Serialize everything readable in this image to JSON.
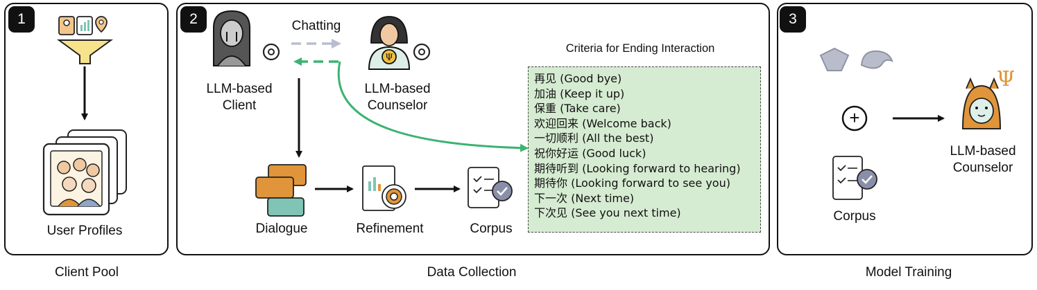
{
  "panels": [
    {
      "number": "1",
      "caption": "Client Pool"
    },
    {
      "number": "2",
      "caption": "Data Collection"
    },
    {
      "number": "3",
      "caption": "Model Training"
    }
  ],
  "panel1": {
    "user_profiles_label": "User Profiles"
  },
  "panel2": {
    "chatting_label": "Chatting",
    "client_label": "LLM-based\nClient",
    "counselor_label": "LLM-based\nCounselor",
    "dialogue_label": "Dialogue",
    "refinement_label": "Refinement",
    "corpus_label": "Corpus",
    "criteria_title": "Criteria for Ending Interaction",
    "criteria_items": [
      "再见 (Good bye)",
      "加油 (Keep it up)",
      "保重 (Take care)",
      "欢迎回来 (Welcome back)",
      "一切顺利 (All the best)",
      "祝你好运 (Good luck)",
      "期待听到 (Looking forward to hearing)",
      "期待你 (Looking forward to see you)",
      "下一次 (Next time)",
      "下次见 (See you next time)"
    ]
  },
  "panel3": {
    "plus_symbol": "+",
    "corpus_label": "Corpus",
    "counselor_label": "LLM-based\nCounselor",
    "psi_symbol": "Ψ"
  },
  "colors": {
    "green_arrow": "#3cb371",
    "gray_arrow": "#b9bdd0",
    "criteria_bg": "#d6ecd2",
    "icon_orange": "#e0953a",
    "icon_teal": "#7fc4b4"
  }
}
